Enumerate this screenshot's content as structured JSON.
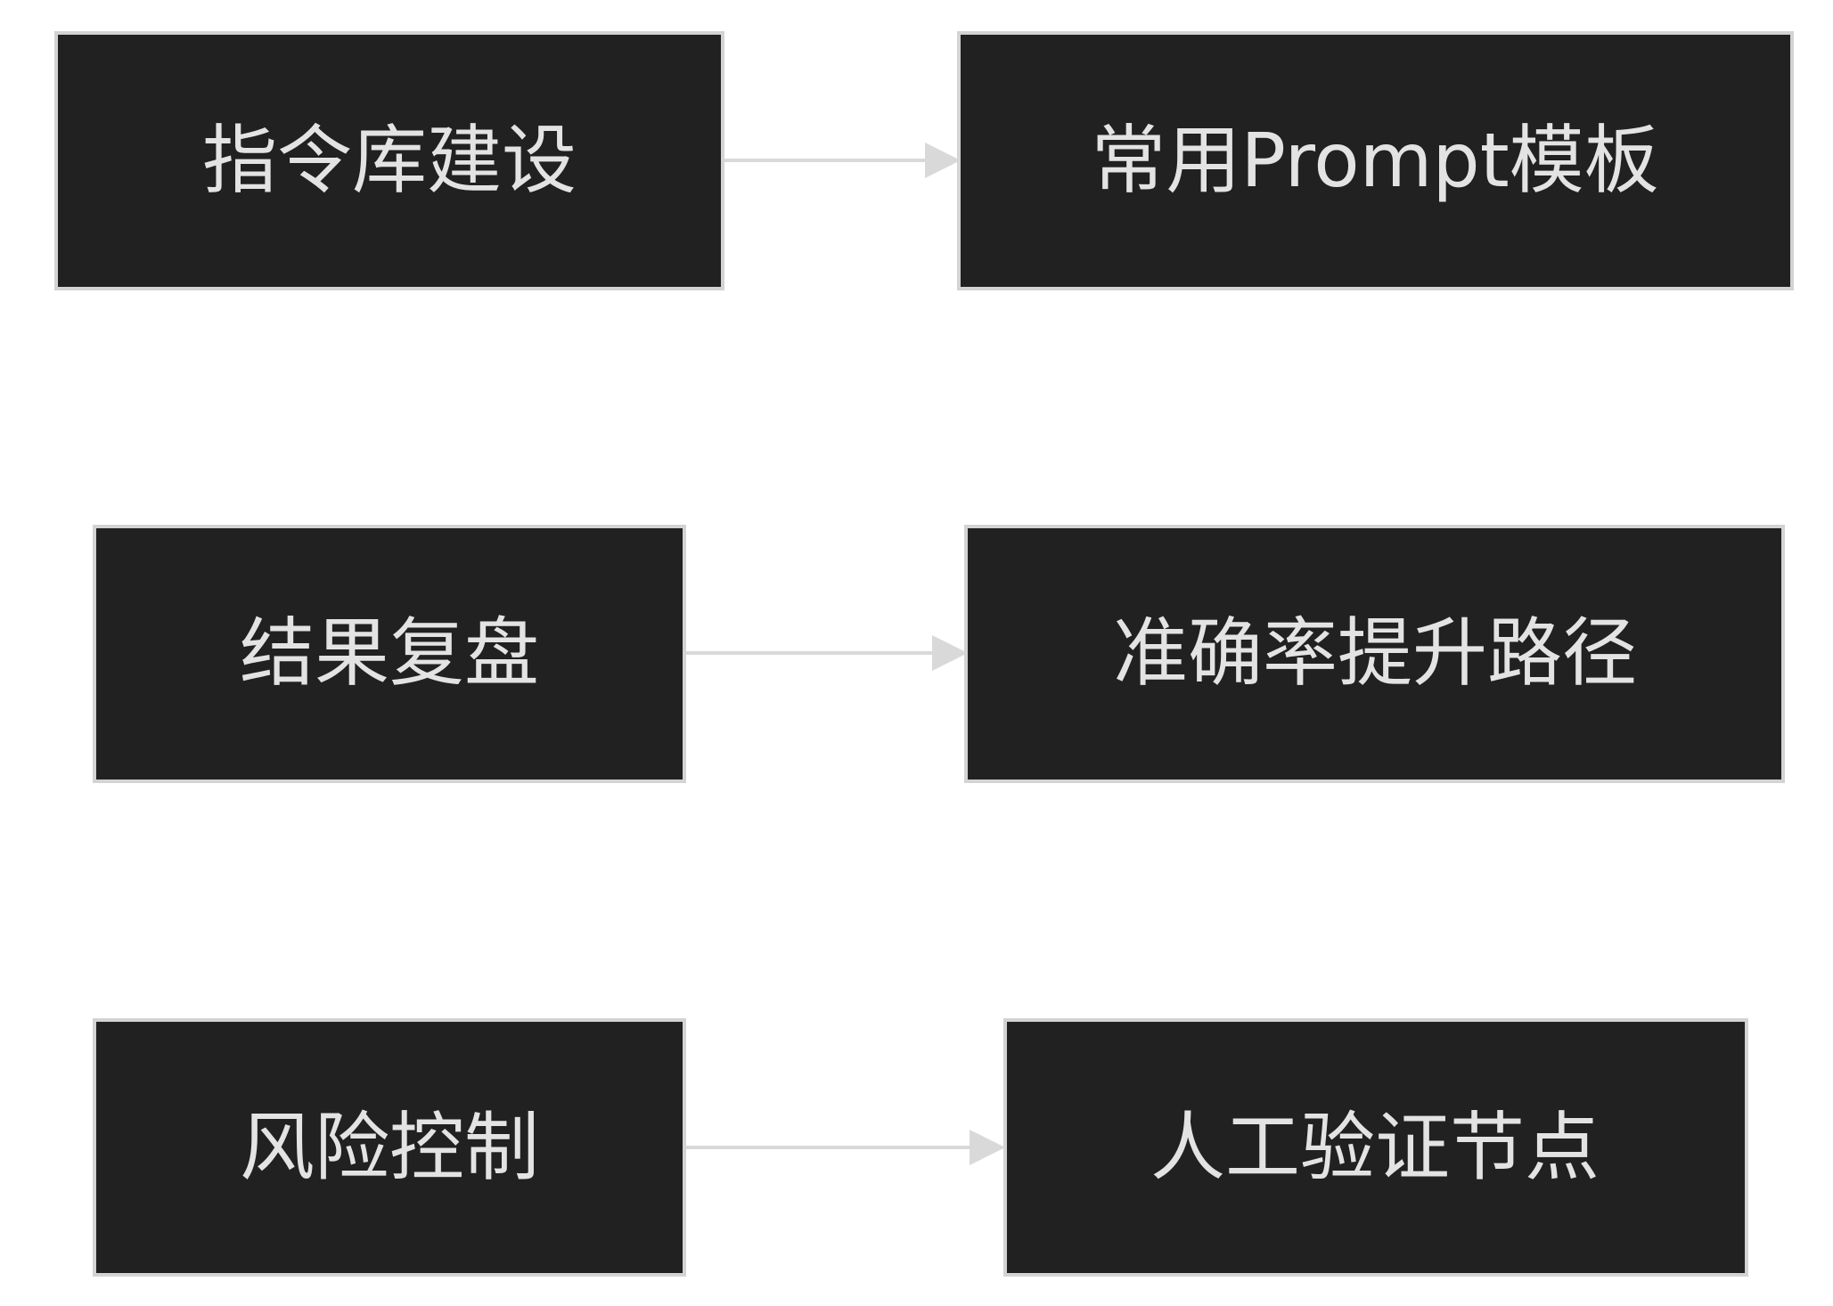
{
  "colors": {
    "background": "#ffffff",
    "node_fill": "#202120",
    "node_border": "#d3d3d3",
    "node_text": "#e3e3e3",
    "edge": "#d9d9d9"
  },
  "nodes": [
    {
      "id": "n1",
      "label": "指令库建设"
    },
    {
      "id": "n2",
      "label": "常用Prompt模板"
    },
    {
      "id": "n3",
      "label": "结果复盘"
    },
    {
      "id": "n4",
      "label": "准确率提升路径"
    },
    {
      "id": "n5",
      "label": "风险控制"
    },
    {
      "id": "n6",
      "label": "人工验证节点"
    }
  ],
  "edges": [
    {
      "from": "n1",
      "to": "n2"
    },
    {
      "from": "n3",
      "to": "n4"
    },
    {
      "from": "n5",
      "to": "n6"
    }
  ]
}
